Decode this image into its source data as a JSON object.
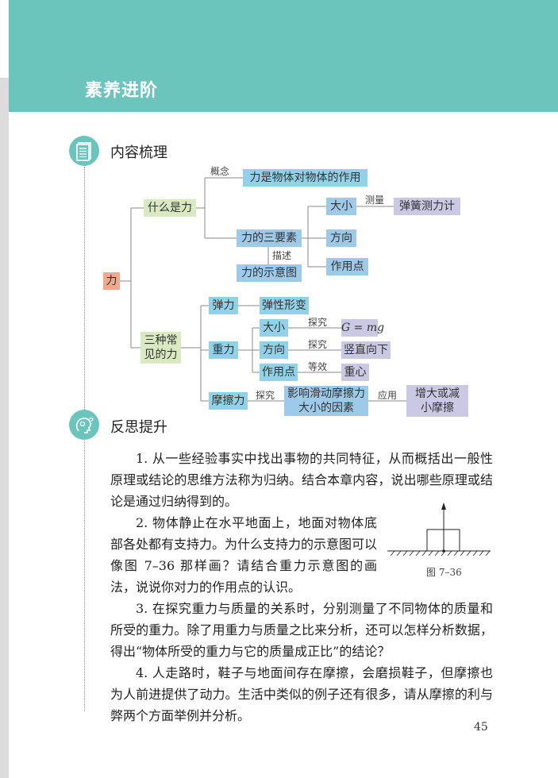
{
  "header": {
    "title": "素养进阶",
    "color": "#6cc5bd"
  },
  "sections": [
    {
      "title": "内容梳理",
      "icon": "document-icon"
    },
    {
      "title": "反思提升",
      "icon": "thinking-head-icon"
    }
  ],
  "concept_map": {
    "root": "力",
    "what": "什么是力",
    "concept_label": "概念",
    "definition": "力是物体对物体的作用",
    "three_elements": "力的三要素",
    "describe_label": "描述",
    "diagram": "力的示意图",
    "magnitude": "大小",
    "measure_label": "测量",
    "spring_scale": "弹簧测力计",
    "direction": "方向",
    "point": "作用点",
    "three_forces": "三种常见的力",
    "elastic": "弹力",
    "elastic_deform": "弹性形变",
    "gravity": "重力",
    "g_magnitude": "大小",
    "explore1": "探究",
    "formula": "G = mg",
    "g_direction": "方向",
    "explore2": "探究",
    "vertical_down": "竖直向下",
    "g_point": "作用点",
    "equivalent_label": "等效",
    "center": "重心",
    "friction": "摩擦力",
    "explore3": "探究",
    "friction_factors": "影响滑动摩擦力大小的因素",
    "apply_label": "应用",
    "change_friction": "增大或减小摩擦"
  },
  "questions": [
    "1. 从一些经验事实中找出事物的共同特征，从而概括出一般性原理或结论的思维方法称为归纳。结合本章内容，说出哪些原理或结论是通过归纳得到的。",
    "2. 物体静止在水平地面上，地面对物体底部各处都有支持力。为什么支持力的示意图可以像图 7–36 那样画？请结合重力示意图的画法，说说你对力的作用点的认识。",
    "3. 在探究重力与质量的关系时，分别测量了不同物体的质量和所受的重力。除了用重力与质量之比来分析，还可以怎样分析数据，得出“物体所受的重力与它的质量成正比”的结论？",
    "4. 人走路时，鞋子与地面间存在摩擦，会磨损鞋子，但摩擦也为人前进提供了动力。生活中类似的例子还有很多，请从摩擦的利与弊两个方面举例并分析。"
  ],
  "figure": {
    "caption": "图 7–36"
  },
  "page_number": "45"
}
